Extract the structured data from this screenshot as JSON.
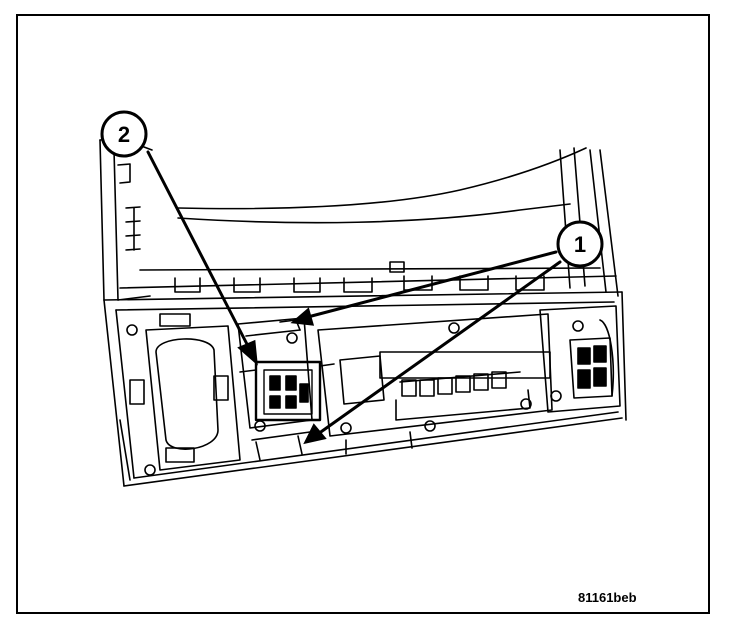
{
  "callouts": [
    {
      "label": "1"
    },
    {
      "label": "2"
    }
  ],
  "figure_id": "81161beb"
}
